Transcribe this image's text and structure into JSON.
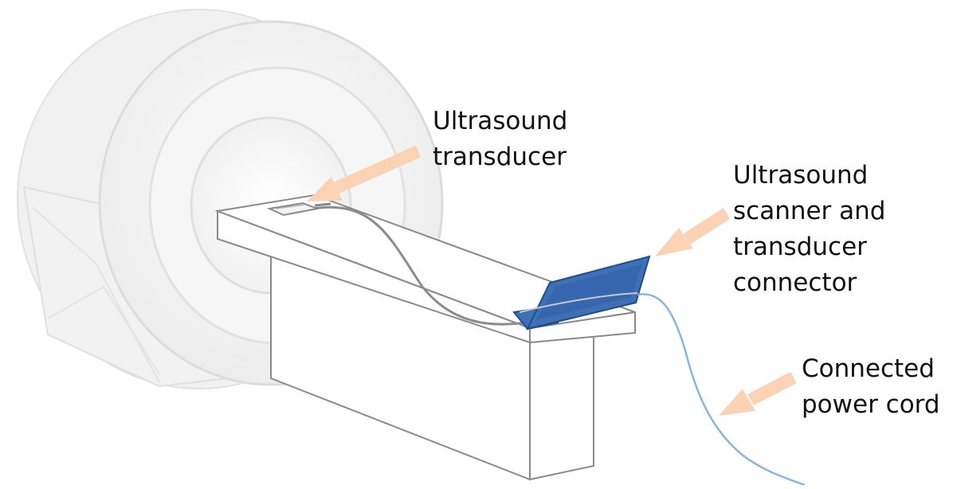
{
  "labels": {
    "transducer": [
      "Ultrasound",
      "transducer"
    ],
    "scanner": [
      "Ultrasound",
      "scanner and",
      "transducer",
      "connector"
    ],
    "cord": [
      "Connected",
      "power cord"
    ]
  },
  "colors": {
    "arrow": "#fbd3b4",
    "scanner_fill": "#3f6fb5",
    "scanner_edge": "#1f4e8c",
    "power_cord": "#8ab4e6",
    "transducer_cable": "#8c8c8c",
    "outline": "#9a9a9a",
    "ring": "#f3f3f3"
  },
  "icons": {
    "mri_scanner": "mri-bore-icon",
    "table": "patient-table-icon",
    "transducer": "ultrasound-probe-icon",
    "scanner": "ultrasound-scanner-laptop-icon"
  }
}
